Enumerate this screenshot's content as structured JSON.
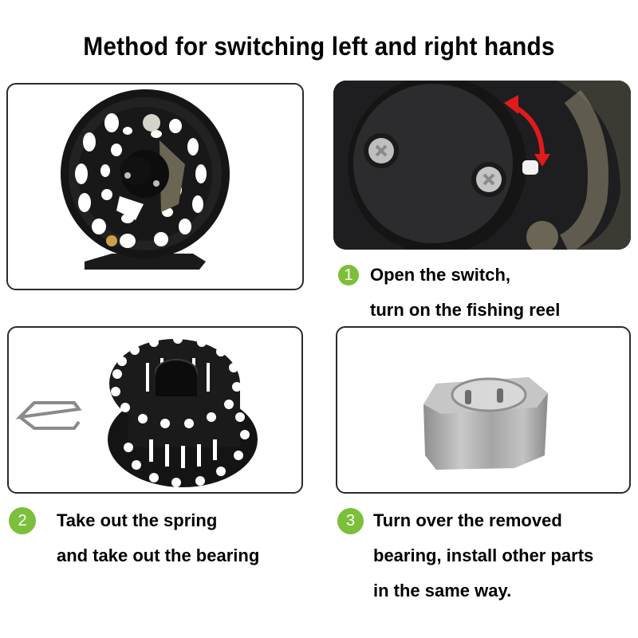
{
  "title": "Method for switching left and right hands",
  "colors": {
    "badge": "#7cbf3a",
    "panel_border": "#2b2b2b",
    "arrow": "#e01b1b"
  },
  "panels": [
    {
      "id": "fly-reel",
      "image": "black-fly-fishing-reel-icon"
    },
    {
      "id": "switch-closeup",
      "image": "reel-switch-closeup-with-red-arrow-icon"
    },
    {
      "id": "spool-and-spring",
      "image": "spool-and-hex-spring-icon"
    },
    {
      "id": "bearing",
      "image": "one-way-bearing-icon"
    }
  ],
  "steps": [
    {
      "number": "1",
      "lines": [
        "Open the switch,",
        "turn on the fishing reel"
      ]
    },
    {
      "number": "2",
      "lines": [
        "Take out the spring",
        "and take out the bearing"
      ]
    },
    {
      "number": "3",
      "lines": [
        "Turn over the removed",
        "bearing, install other parts",
        "in the same way."
      ]
    }
  ]
}
